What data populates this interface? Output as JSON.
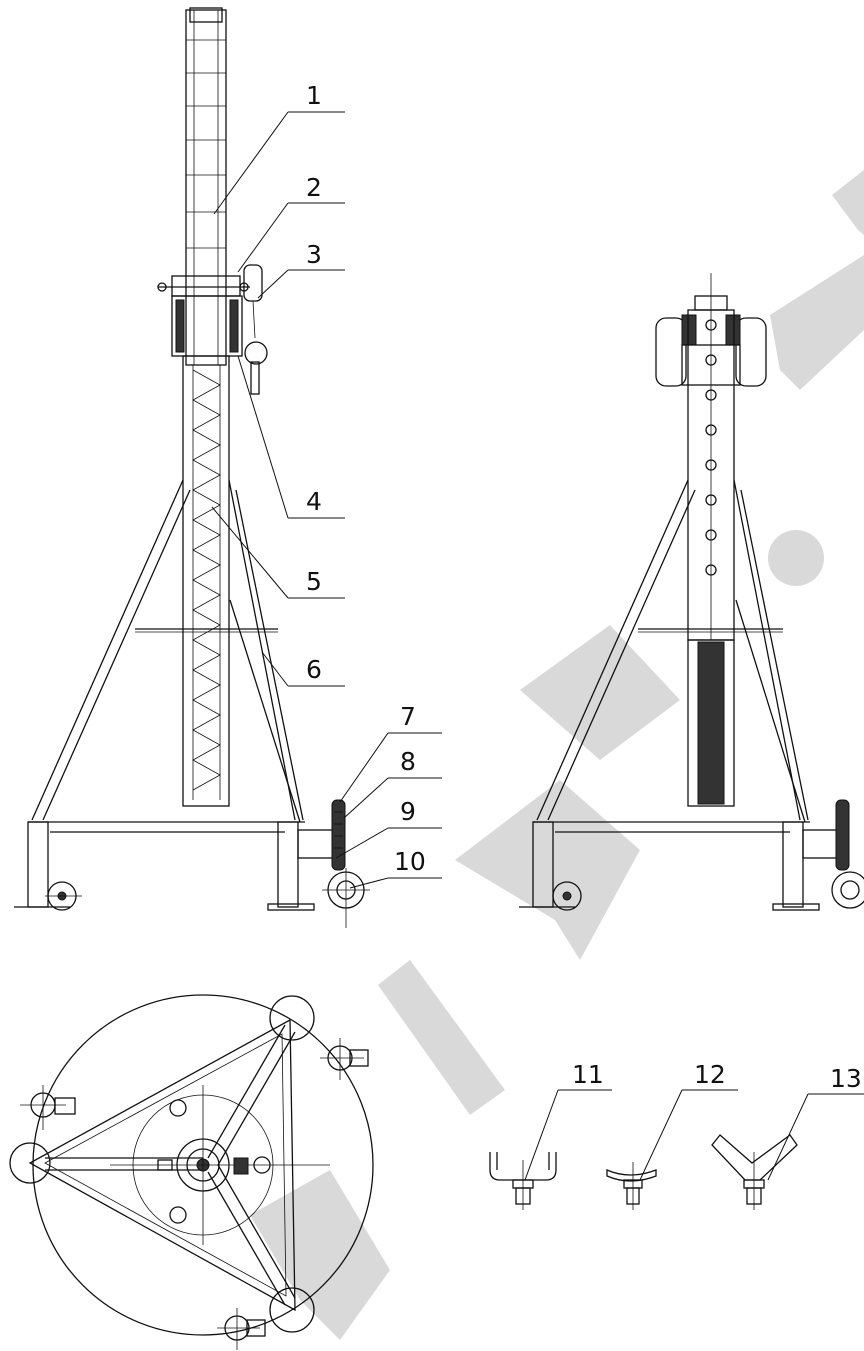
{
  "callouts": [
    {
      "id": "callout-1",
      "label": "1"
    },
    {
      "id": "callout-2",
      "label": "2"
    },
    {
      "id": "callout-3",
      "label": "3"
    },
    {
      "id": "callout-4",
      "label": "4"
    },
    {
      "id": "callout-5",
      "label": "5"
    },
    {
      "id": "callout-6",
      "label": "6"
    },
    {
      "id": "callout-7",
      "label": "7"
    },
    {
      "id": "callout-8",
      "label": "8"
    },
    {
      "id": "callout-9",
      "label": "9"
    },
    {
      "id": "callout-10",
      "label": "10"
    },
    {
      "id": "callout-11",
      "label": "11"
    },
    {
      "id": "callout-12",
      "label": "12"
    },
    {
      "id": "callout-13",
      "label": "13"
    }
  ],
  "watermark": {
    "text": "RTA-R",
    "color": "#d9d9d9"
  },
  "colors": {
    "line": "#111111",
    "background": "#ffffff"
  }
}
